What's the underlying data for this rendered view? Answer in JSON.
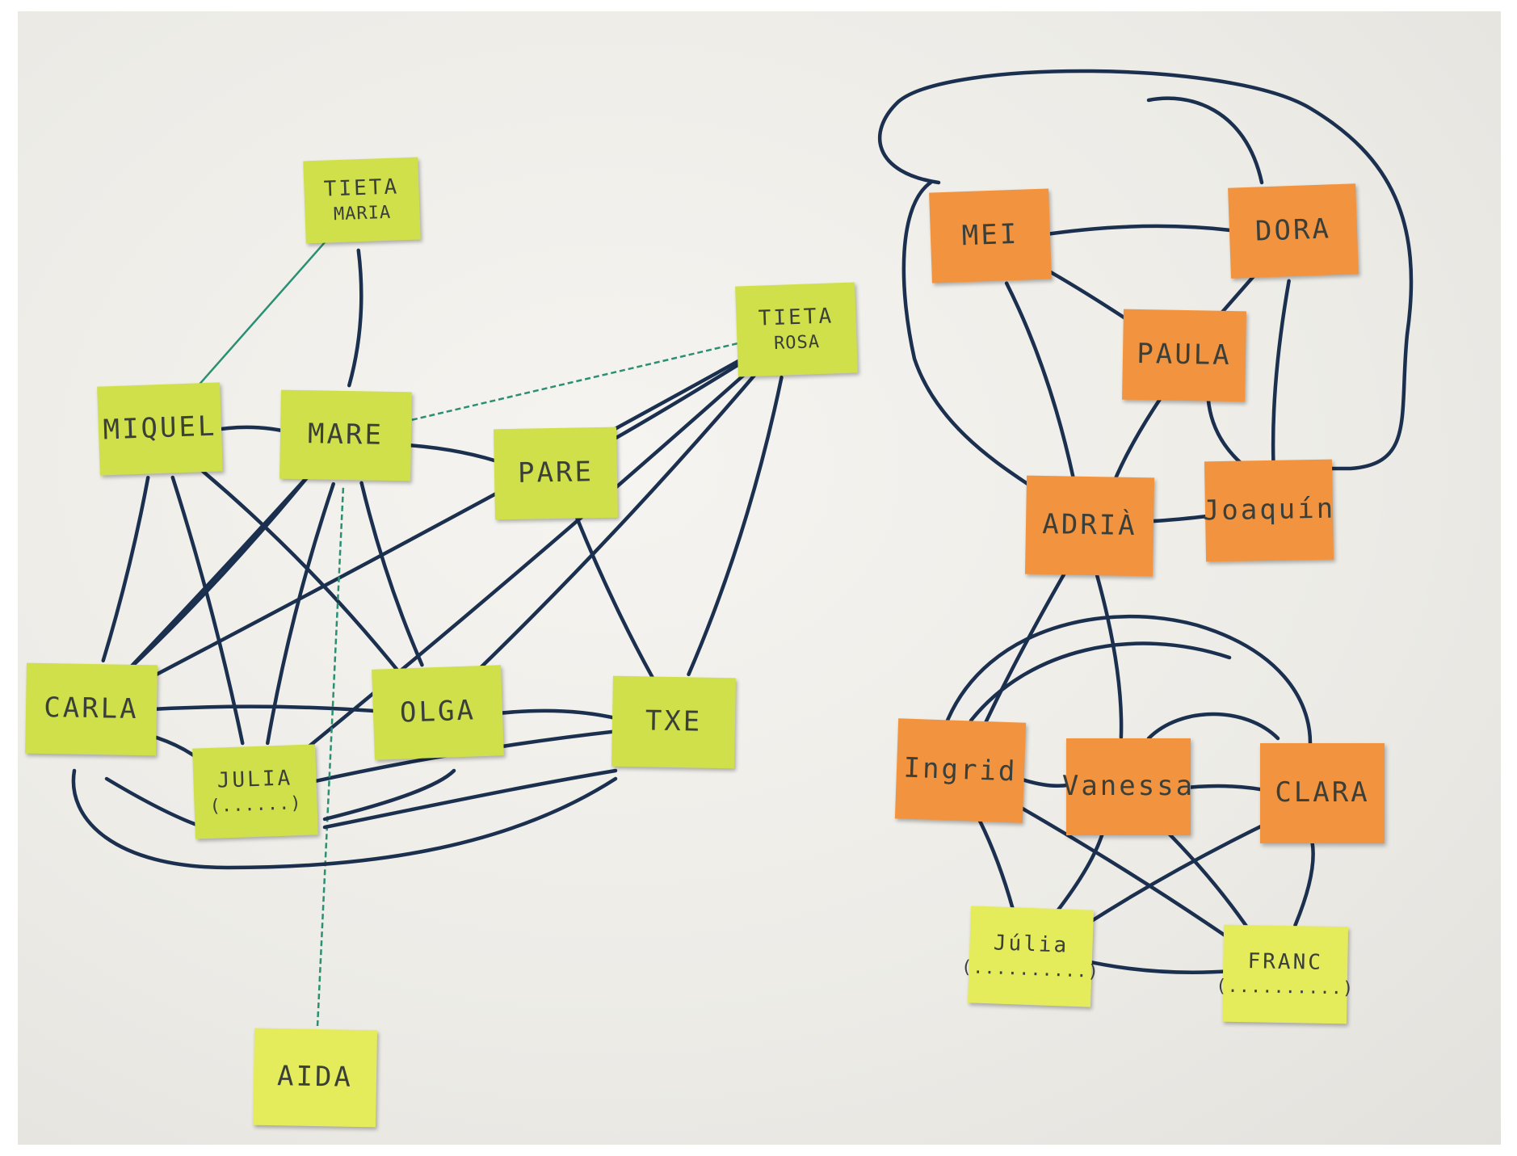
{
  "colors": {
    "yellow_note": "#cfe04a",
    "pale_yellow_note": "#e5ec5c",
    "orange_note": "#f2943f",
    "ink": "#1b2f4f",
    "green_ink": "#2a8f73"
  },
  "left_group": {
    "notes": [
      {
        "id": "tieta-maria",
        "lines": [
          "TIETA",
          "MARIA"
        ]
      },
      {
        "id": "tieta-rosa",
        "lines": [
          "TIETA",
          "ROSA"
        ]
      },
      {
        "id": "miquel",
        "lines": [
          "MIQUEL"
        ]
      },
      {
        "id": "mare",
        "lines": [
          "MARE"
        ]
      },
      {
        "id": "pare",
        "lines": [
          "PARE"
        ]
      },
      {
        "id": "carla",
        "lines": [
          "CARLA"
        ]
      },
      {
        "id": "olga",
        "lines": [
          "OLGA"
        ]
      },
      {
        "id": "txe",
        "lines": [
          "TXE"
        ]
      },
      {
        "id": "julia-left",
        "lines": [
          "JULIA",
          "(......)"
        ]
      },
      {
        "id": "aida",
        "lines": [
          "AIDA"
        ]
      }
    ]
  },
  "right_group": {
    "notes": [
      {
        "id": "mei",
        "lines": [
          "MEI"
        ]
      },
      {
        "id": "dora",
        "lines": [
          "DORA"
        ]
      },
      {
        "id": "paula",
        "lines": [
          "PAULA"
        ]
      },
      {
        "id": "adria",
        "lines": [
          "ADRIÀ"
        ]
      },
      {
        "id": "joaquin",
        "lines": [
          "Joaquín"
        ]
      },
      {
        "id": "ingrid",
        "lines": [
          "Ingrid"
        ]
      },
      {
        "id": "vanessa",
        "lines": [
          "Vanessa"
        ]
      },
      {
        "id": "clara",
        "lines": [
          "CLARA"
        ]
      },
      {
        "id": "julia-right",
        "lines": [
          "Júlia",
          "(..........)"
        ]
      },
      {
        "id": "fran",
        "lines": [
          "FRANC",
          "(..........)"
        ]
      }
    ]
  },
  "edges": [
    [
      "tieta-maria",
      "mare"
    ],
    [
      "miquel",
      "mare"
    ],
    [
      "mare",
      "pare"
    ],
    [
      "miquel",
      "carla"
    ],
    [
      "miquel",
      "julia-left"
    ],
    [
      "miquel",
      "olga"
    ],
    [
      "mare",
      "carla"
    ],
    [
      "mare",
      "julia-left"
    ],
    [
      "mare",
      "olga"
    ],
    [
      "mare",
      "carla-b"
    ],
    [
      "pare",
      "txe"
    ],
    [
      "pare",
      "tieta-rosa"
    ],
    [
      "tieta-rosa",
      "carla"
    ],
    [
      "tieta-rosa",
      "julia-left"
    ],
    [
      "tieta-rosa",
      "olga"
    ],
    [
      "tieta-rosa",
      "txe"
    ],
    [
      "carla",
      "olga"
    ],
    [
      "txe",
      "olga"
    ],
    [
      "txe",
      "julia-left"
    ],
    [
      "carla",
      "julia-left"
    ],
    [
      "mei",
      "dora"
    ],
    [
      "mei",
      "adria"
    ],
    [
      "mei",
      "paula"
    ],
    [
      "dora",
      "paula"
    ],
    [
      "dora",
      "joaquin"
    ],
    [
      "paula",
      "adria"
    ],
    [
      "paula",
      "joaquin"
    ],
    [
      "adria",
      "joaquin"
    ],
    [
      "adria",
      "ingrid"
    ],
    [
      "adria",
      "vanessa"
    ],
    [
      "ingrid",
      "vanessa"
    ],
    [
      "vanessa",
      "clara"
    ],
    [
      "ingrid",
      "fran"
    ],
    [
      "ingrid",
      "julia-right"
    ],
    [
      "vanessa",
      "fran"
    ],
    [
      "vanessa",
      "julia-right"
    ],
    [
      "clara",
      "fran"
    ],
    [
      "clara",
      "julia-right"
    ],
    [
      "julia-right",
      "fran"
    ]
  ],
  "dashed_edges": [
    [
      "miquel",
      "tieta-maria"
    ],
    [
      "tieta-rosa",
      "mare"
    ],
    [
      "aida",
      "mare"
    ]
  ]
}
